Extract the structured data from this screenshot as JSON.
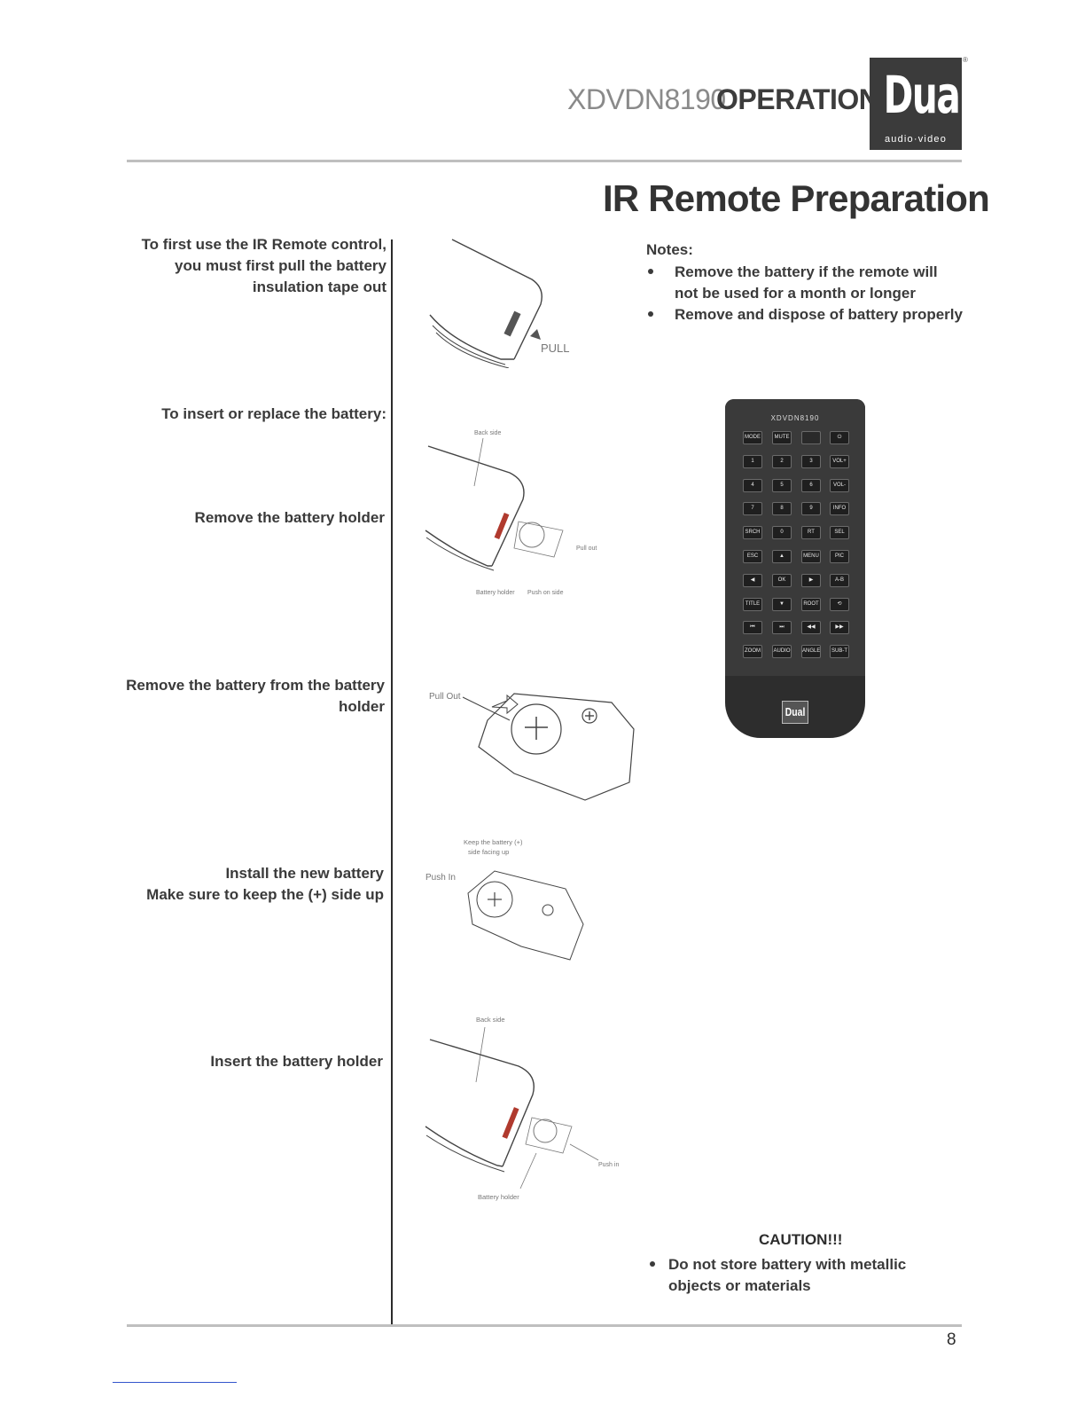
{
  "header": {
    "model": "XDVDN8190",
    "section": "OPERATION",
    "logo_text": "Dual",
    "logo_sub": "audio·video",
    "logo_reg": "®"
  },
  "title": "IR Remote Preparation",
  "steps": [
    {
      "lines": [
        "To first use the IR Remote control,",
        "you must first pull the battery",
        "insulation tape out"
      ]
    },
    {
      "lines": [
        "To insert or replace the battery:"
      ]
    },
    {
      "lines": [
        "Remove the battery holder"
      ]
    },
    {
      "lines": [
        "Remove the battery from the battery",
        "holder"
      ]
    },
    {
      "lines": [
        "Install the new battery",
        "Make sure to keep the  (+) side up"
      ]
    },
    {
      "lines": [
        "Insert the battery holder"
      ]
    }
  ],
  "notes": {
    "heading": "Notes:",
    "items": [
      {
        "line1": "Remove  the battery if the remote will",
        "line2": "not be used for a month or longer"
      },
      {
        "line1": "Remove and dispose of battery properly"
      }
    ]
  },
  "illustrations": {
    "pull_label": "PULL",
    "back_side": "Back side",
    "pull_out_small": "Pull out",
    "battery_holder": "Battery holder",
    "push_on_side": "Push on side",
    "pull_out": "Pull Out",
    "keep_up_1": "Keep the battery (+)",
    "keep_up_2": "side facing up",
    "push_in": "Push In",
    "back_side_2": "Back side",
    "push_in_small": "Push in",
    "battery_holder_2": "Battery holder"
  },
  "remote": {
    "model": "XDVDN8190",
    "logo": "Dual",
    "rows": [
      [
        "MODE",
        "MUTE",
        "",
        "⏻"
      ],
      [
        "1",
        "2",
        "3",
        "VOL+"
      ],
      [
        "4",
        "5",
        "6",
        "VOL-"
      ],
      [
        "7",
        "8",
        "9",
        "INFO"
      ],
      [
        "SRCH",
        "0",
        "RT",
        "SEL"
      ],
      [
        "ESC",
        "▲",
        "MENU",
        "PIC"
      ],
      [
        "◀",
        "OK",
        "▶",
        "A-B"
      ],
      [
        "TITLE",
        "▼",
        "ROOT",
        "⟲"
      ],
      [
        "⏮",
        "⏭",
        "◀◀",
        "▶▶"
      ],
      [
        "ZOOM",
        "AUDIO",
        "ANGLE",
        "SUB-T"
      ]
    ]
  },
  "caution": {
    "heading": "CAUTION!!!",
    "line1": "Do not store battery with metallic",
    "line2": "objects or materials"
  },
  "page_number": "8"
}
